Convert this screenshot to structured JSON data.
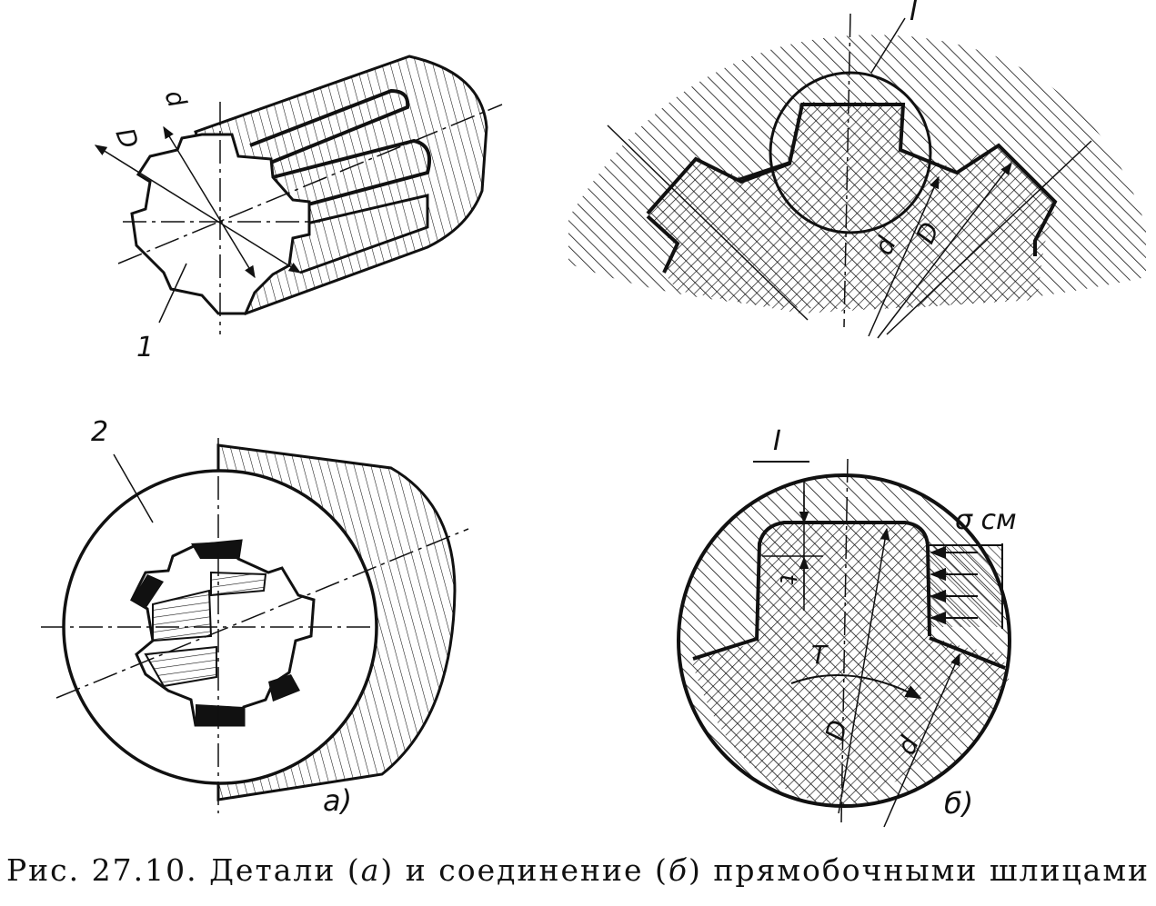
{
  "figure": {
    "caption_prefix": "Рис. 27.10.",
    "caption_part1": "Детали (",
    "caption_a": "а",
    "caption_part2": ") и соединение (",
    "caption_b": "б",
    "caption_part3": ") прямобочными шлицами"
  },
  "views": {
    "shaft": {
      "label_D": "D",
      "label_d": "d",
      "part_number": "1"
    },
    "hub": {
      "part_number": "2",
      "sublabel": "а)"
    },
    "detail_section": {
      "callout": "I",
      "label_d": "d",
      "label_D": "D"
    },
    "detail_I": {
      "title": "I",
      "label_t": "t",
      "label_T": "T",
      "label_D": "D",
      "label_d": "d",
      "label_sigma": "σ см",
      "sublabel": "б)"
    }
  },
  "colors": {
    "ink": "#111111",
    "paper": "#ffffff"
  }
}
